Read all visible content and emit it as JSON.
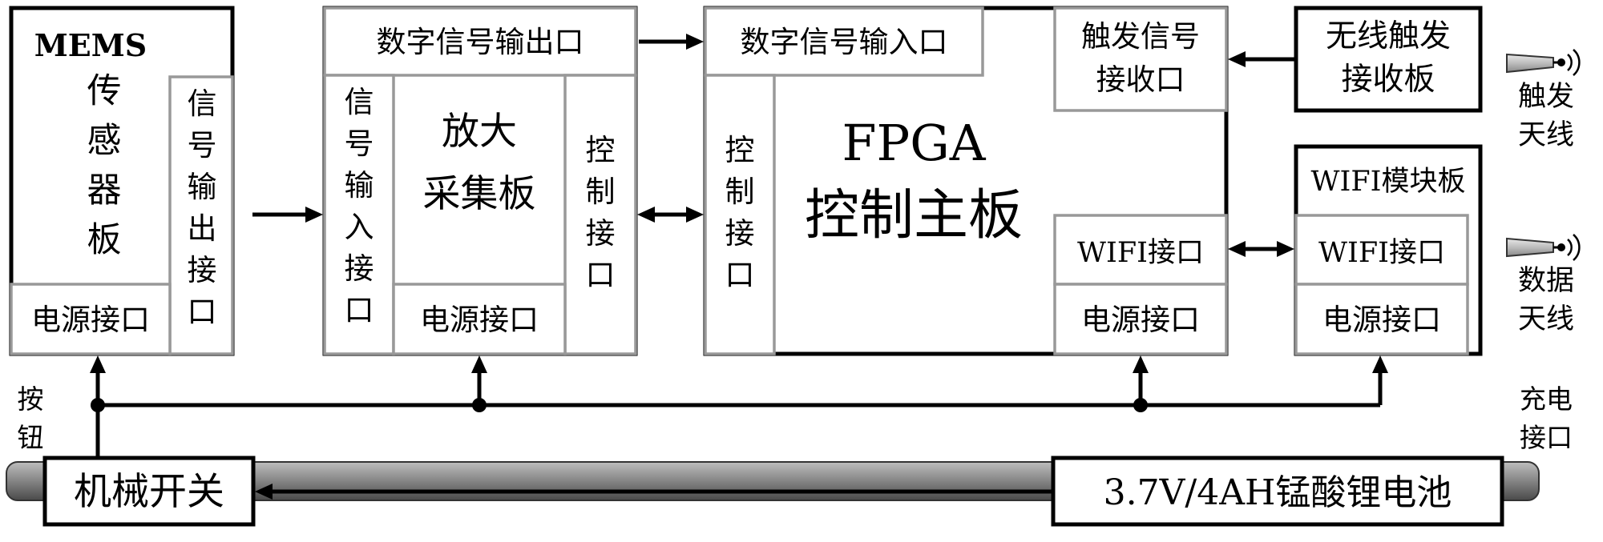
{
  "mems": {
    "title": "MEMS",
    "name_chars": [
      "传",
      "感",
      "器",
      "板"
    ],
    "signal_out_chars": [
      "信",
      "号",
      "输",
      "出",
      "接",
      "口"
    ],
    "power_label": "电源接口"
  },
  "amp": {
    "digital_out_label": "数字信号输出口",
    "signal_in_chars": [
      "信",
      "号",
      "输",
      "入",
      "接",
      "口"
    ],
    "name_lines": [
      "放大",
      "采集板"
    ],
    "control_chars": [
      "控",
      "制",
      "接",
      "口"
    ],
    "power_label": "电源接口"
  },
  "fpga": {
    "digital_in_label": "数字信号输入口",
    "trigger_lines": [
      "触发信号",
      "接收口"
    ],
    "control_chars": [
      "控",
      "制",
      "接",
      "口"
    ],
    "name_lines": [
      "FPGA",
      "控制主板"
    ],
    "wifi_label": "WIFI接口",
    "power_label": "电源接口"
  },
  "wireless": {
    "name_lines": [
      "无线触发",
      "接收板"
    ]
  },
  "wifi_module": {
    "title": "WIFI模块板",
    "wifi_label": "WIFI接口",
    "power_label": "电源接口"
  },
  "antennas": {
    "trigger_lines": [
      "触发",
      "天线"
    ],
    "data_lines": [
      "数据",
      "天线"
    ]
  },
  "button_chars": [
    "按",
    "钮"
  ],
  "charge_lines": [
    "充电",
    "接口"
  ],
  "switch_label": "机械开关",
  "battery_label": "3.7V/4AH锰酸锂电池"
}
